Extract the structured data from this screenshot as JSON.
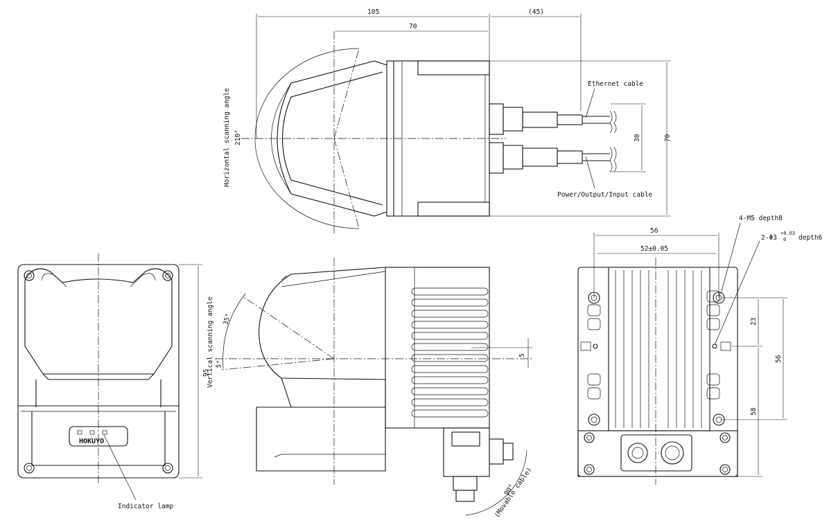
{
  "dimensions": {
    "top_total": "105",
    "top_inner": "70",
    "top_cable": "(45)",
    "top_height": "70",
    "top_cable_spacing": "30",
    "front_height": "95",
    "rear_width": "56",
    "rear_hole_pitch": "52±0.05",
    "rear_height": "56",
    "rear_offset_top": "23",
    "rear_offset_bottom": "58",
    "side_offset": "5"
  },
  "angles": {
    "horizontal_value": "210°",
    "vertical_upper": "35°",
    "vertical_lower": "5°",
    "cable_rotation": "90°"
  },
  "labels": {
    "horizontal_scanning_angle": "Horizontal scanning angle",
    "vertical_scanning_angle": "Vertical scanning angle",
    "ethernet_cable": "Ethernet cable",
    "power_cable": "Power/Output/Input cable",
    "m5_holes": "4-M5 depth8",
    "pin_holes_prefix": "2-Φ3",
    "pin_holes_tol_upper": "+0.03",
    "pin_holes_tol_lower": "0",
    "pin_holes_suffix": "depth6",
    "indicator_lamp": "Indicator lamp",
    "movable_cable": "(Movable cable)",
    "brand": "HOKUYO"
  }
}
